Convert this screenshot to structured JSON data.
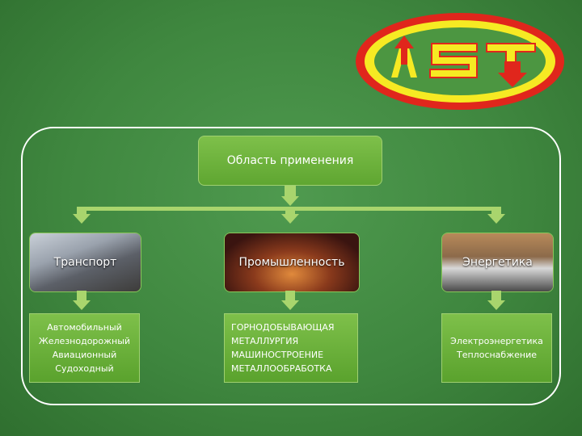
{
  "diagram": {
    "root": "Область применения",
    "categories": [
      {
        "title": "Транспорт",
        "items": [
          "Автомобильный",
          "Железнодорожный",
          "Авиационный",
          "Судоходный"
        ]
      },
      {
        "title": "Промышленность",
        "items": [
          "ГОРНОДОБЫВАЮЩАЯ",
          "МЕТАЛЛУРГИЯ",
          "МАШИНОСТРОЕНИЕ",
          "МЕТАЛЛООБРАБОТКА"
        ]
      },
      {
        "title": "Энергетика",
        "items": [
          "Электроэнергетика",
          "Теплоснабжение"
        ]
      }
    ]
  },
  "colors": {
    "background": "#3f873f",
    "box": "#6db23c",
    "logo_red": "#e0261c",
    "logo_yellow": "#f6ea23"
  }
}
